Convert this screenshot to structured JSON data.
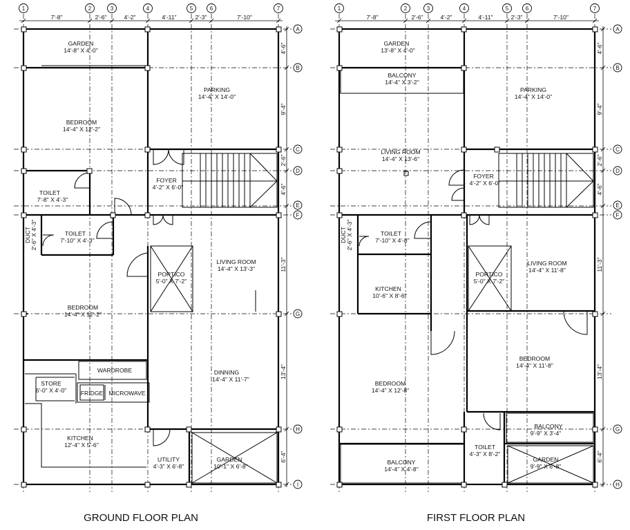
{
  "titles": {
    "ground": "GROUND FLOOR PLAN",
    "first": "FIRST FLOOR PLAN"
  },
  "grid_numbers": [
    "1",
    "2",
    "3",
    "4",
    "5",
    "6",
    "7"
  ],
  "top_dims": [
    "7'-8\"",
    "2'-6\"",
    "4'-2\"",
    "4'-11\"",
    "2'-3\"",
    "7'-10\""
  ],
  "ground": {
    "grid_letters": [
      "A",
      "B",
      "C",
      "D",
      "E",
      "F",
      "G",
      "H",
      "I"
    ],
    "side_dims": [
      "4'-6\"",
      "9'-4\"",
      "2'-6\"",
      "4'-6\"",
      "11'-3\"",
      "13'-4\"",
      "6'-4\""
    ],
    "rooms": [
      {
        "name": "GARDEN",
        "size": "14'-8\" X 4'-0\""
      },
      {
        "name": "PARKING",
        "size": "14'-4\" X 14'-0\""
      },
      {
        "name": "BEDROOM",
        "size": "14'-4\" X 12'-2\""
      },
      {
        "name": "FOYER",
        "size": "4'-2\" X 6'-0\""
      },
      {
        "name": "TOILET",
        "size": "7'-8\" X 4'-3\""
      },
      {
        "name": "DUCT",
        "size": "2'-6\" X 4'-3\""
      },
      {
        "name": "TOILET",
        "size": "7'-10\" X 4'-3\""
      },
      {
        "name": "LIVING ROOM",
        "size": "14'-4\" X 13'-3\""
      },
      {
        "name": "PORTICO",
        "size": "5'-0\" X 7'-2\""
      },
      {
        "name": "BEDROOM",
        "size": "14'-4\" X 12'-2\""
      },
      {
        "name": "DINNING",
        "size": "14'-4\" X 11'-7\""
      },
      {
        "name": "STORE",
        "size": "6'-0\" X 4'-0\""
      },
      {
        "name": "KITCHEN",
        "size": "12'-4\" X 5'-6\""
      },
      {
        "name": "UTILITY",
        "size": "4'-3\" X 6'-8\""
      },
      {
        "name": "GARDEN",
        "size": "10'-1\" X 6'-8\""
      }
    ],
    "fixtures": {
      "wardrobe": "WARDROBE",
      "fridge": "FRIDGE",
      "microwave": "MICROWAVE"
    }
  },
  "first": {
    "grid_letters": [
      "A",
      "B",
      "C",
      "D",
      "E",
      "F",
      "G",
      "H"
    ],
    "side_dims": [
      "4'-6\"",
      "9'-4\"",
      "2'-6\"",
      "4'-6\"",
      "11'-3\"",
      "13'-4\"",
      "6'-4\""
    ],
    "rooms": [
      {
        "name": "GARDEN",
        "size": "13'-8\" X 4'-0\""
      },
      {
        "name": "BALCONY",
        "size": "14'-4\" X 3'-2\""
      },
      {
        "name": "PARKING",
        "size": "14'-4\" X 14'-0\""
      },
      {
        "name": "LIVING ROOM",
        "size": "14'-4\" X 13'-6\""
      },
      {
        "name": "FOYER",
        "size": "4'-2\" X 6'-0\""
      },
      {
        "name": "DUCT",
        "size": "2'-6\" X 4'-3\""
      },
      {
        "name": "TOILET",
        "size": "7'-10\" X 4'-8\""
      },
      {
        "name": "LIVING ROOM",
        "size": "14'-4\" X 11'-8\""
      },
      {
        "name": "PORTICO",
        "size": "5'-0\" X 7'-2\""
      },
      {
        "name": "KITCHEN",
        "size": "10'-6\" X 8'-6\""
      },
      {
        "name": "BEDROOM",
        "size": "14'-4\" X 11'-8\""
      },
      {
        "name": "BEDROOM",
        "size": "14'-4\" X 12'-8\""
      },
      {
        "name": "BALCONY",
        "size": "9'-9\" X 3'-4\""
      },
      {
        "name": "TOILET",
        "size": "4'-3\" X 8'-2\""
      },
      {
        "name": "BALCONY",
        "size": "14'-4\" X 4'-8\""
      },
      {
        "name": "GARDEN",
        "size": "9'-9\" X 6'-8\""
      }
    ]
  }
}
